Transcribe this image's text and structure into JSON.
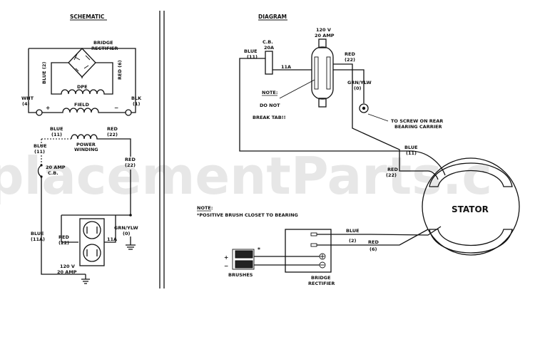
{
  "watermark": "placementParts.c",
  "schematic": {
    "title": "SCHEMATIC",
    "bridge_rectifier": [
      "BRIDGE",
      "RECTIFIER"
    ],
    "blue2": "BLUE (2)",
    "red6": "RED (6)",
    "dpe": "DPE",
    "wht": "WHT",
    "wht_num": "(4)",
    "blk": "BLK",
    "blk_num": "(1)",
    "field": "FIELD",
    "plus": "+",
    "minus": "−",
    "blue_top": "BLUE",
    "blue_top_num": "(11)",
    "red_top": "RED",
    "red_top_num": "(22)",
    "power_winding": [
      "POWER",
      "WINDING"
    ],
    "blue_left": "BLUE",
    "blue_left_num": "(11)",
    "cb": [
      "20 AMP",
      "C.B."
    ],
    "red_right": "RED",
    "red_right_num": "(22)",
    "grn_ylw": "GRN/YLW",
    "grn_ylw_num": "(0)",
    "blue11a": "BLUE",
    "blue11a_num": "(11A)",
    "red_mid": "RED",
    "red_mid_num": "(22)",
    "label_11a": "11A",
    "outlet": [
      "120 V",
      "20 AMP"
    ]
  },
  "diagram": {
    "title": "DIAGRAM",
    "cb": [
      "C.B.",
      "20A"
    ],
    "blue11": "BLUE",
    "blue11_num": "(11)",
    "label_11a": "11A",
    "outlet": [
      "120 V",
      "20 AMP"
    ],
    "red22": "RED",
    "red22_num": "(22)",
    "grn_ylw": "GRN/YLW",
    "grn_ylw_num": "(0)",
    "note": [
      "NOTE:",
      "DO NOT",
      "BREAK TAB!!"
    ],
    "screw": [
      "TO SCREW ON REAR",
      "BEARING CARRIER"
    ],
    "blue11_b": "BLUE",
    "blue11_b_num": "(11)",
    "red22_b": "RED",
    "red22_b_num": "(22)",
    "stator": "STATOR",
    "note2": [
      "NOTE:",
      "*POSITIVE BRUSH CLOSET TO BEARING"
    ],
    "blue2": "BLUE",
    "blue2_num": "(2)",
    "red6": "RED",
    "red6_num": "(6)",
    "brushes": "BRUSHES",
    "bridge_rectifier": [
      "BRIDGE",
      "RECTIFIER"
    ],
    "brush_plus": "+",
    "brush_minus": "−",
    "brush_star": "*"
  }
}
